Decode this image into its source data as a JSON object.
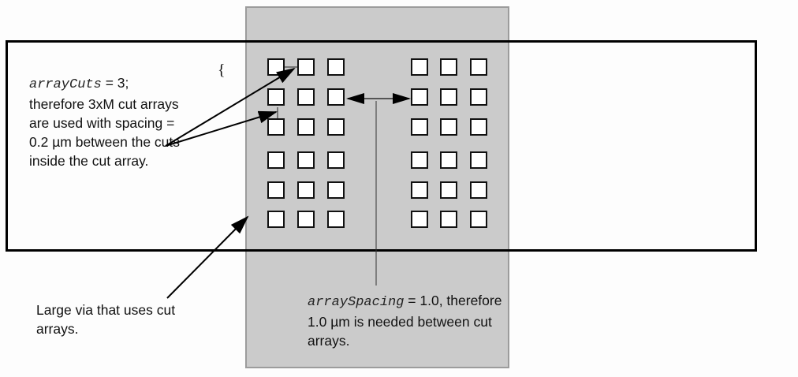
{
  "annotations": {
    "array_cuts": {
      "param_name": "arrayCuts",
      "param_value": " = 3;",
      "lines": [
        "therefore 3xM cut arrays",
        "are used with spacing =",
        "0.2 µm between the cuts",
        "inside the cut array."
      ]
    },
    "large_via": {
      "lines": [
        "Large via that uses cut",
        "arrays."
      ]
    },
    "array_spacing": {
      "param_name": "arraySpacing",
      "param_value": " = 1.0, therefore",
      "lines": [
        "1.0 µm is needed between cut",
        "arrays."
      ]
    },
    "brace": "{"
  },
  "cut_arrays": [
    {
      "name": "left-cut-array",
      "columns": 3,
      "rows": 6
    },
    {
      "name": "right-cut-array",
      "columns": 3,
      "rows": 6
    }
  ],
  "colors": {
    "via_fill": "#cbcbcb",
    "via_border": "#9c9c9c",
    "cut_fill": "#ffffff",
    "line": "#000000"
  }
}
